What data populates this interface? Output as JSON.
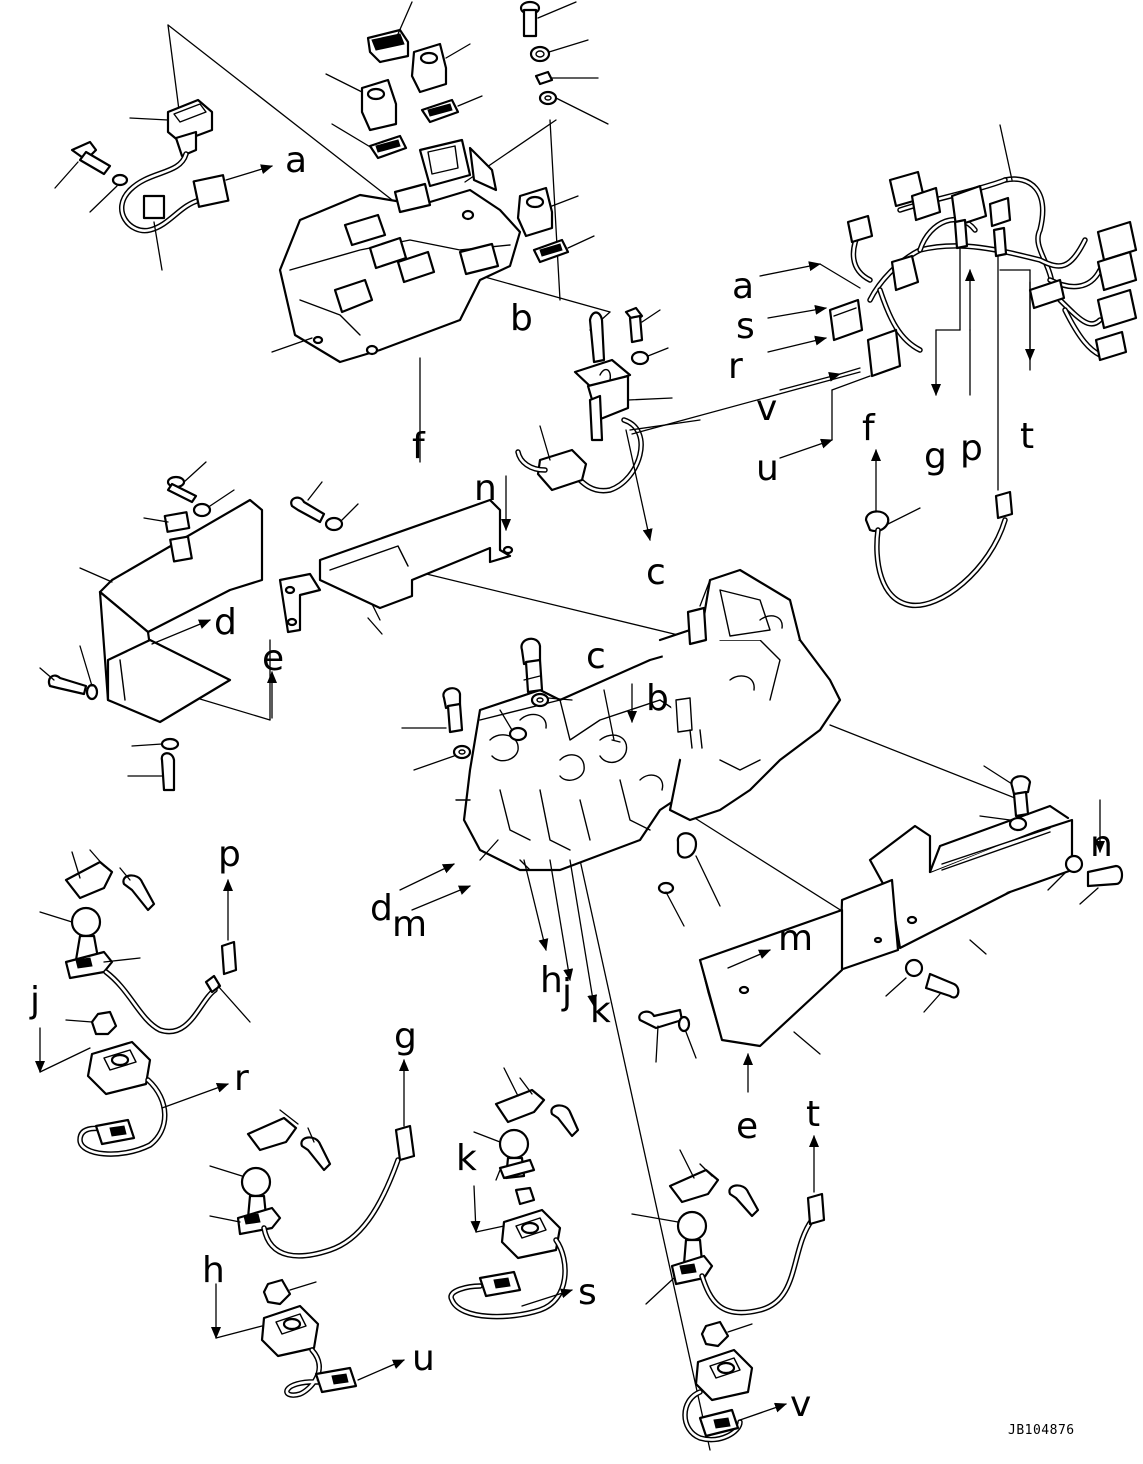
{
  "diagram": {
    "drawing_code": "JB104876",
    "connector_letters": {
      "a_left": "a",
      "b_console": "b",
      "f_console": "f",
      "c_lever": "c",
      "n_bracket": "n",
      "d_cover": "d",
      "e_cover": "e",
      "a_harness": "a",
      "s_harness": "s",
      "r_harness": "r",
      "v_harness": "v",
      "u_harness": "u",
      "f_harness": "f",
      "g_harness": "g",
      "p_harness": "p",
      "t_harness": "t",
      "c_valve": "c",
      "b_valve": "b",
      "d_valve": "d",
      "m_valve": "m",
      "h_valve": "h",
      "j_valve": "j",
      "k_valve": "k",
      "n_cover": "n",
      "m_cover": "m",
      "e_cover_lower": "e",
      "p_sw1": "p",
      "j_sw1": "j",
      "r_sw1": "r",
      "g_sw2": "g",
      "h_sw2": "h",
      "u_sw2": "u",
      "k_sw3": "k",
      "s_sw3": "s",
      "t_sw4": "t",
      "v_sw4": "v"
    }
  }
}
